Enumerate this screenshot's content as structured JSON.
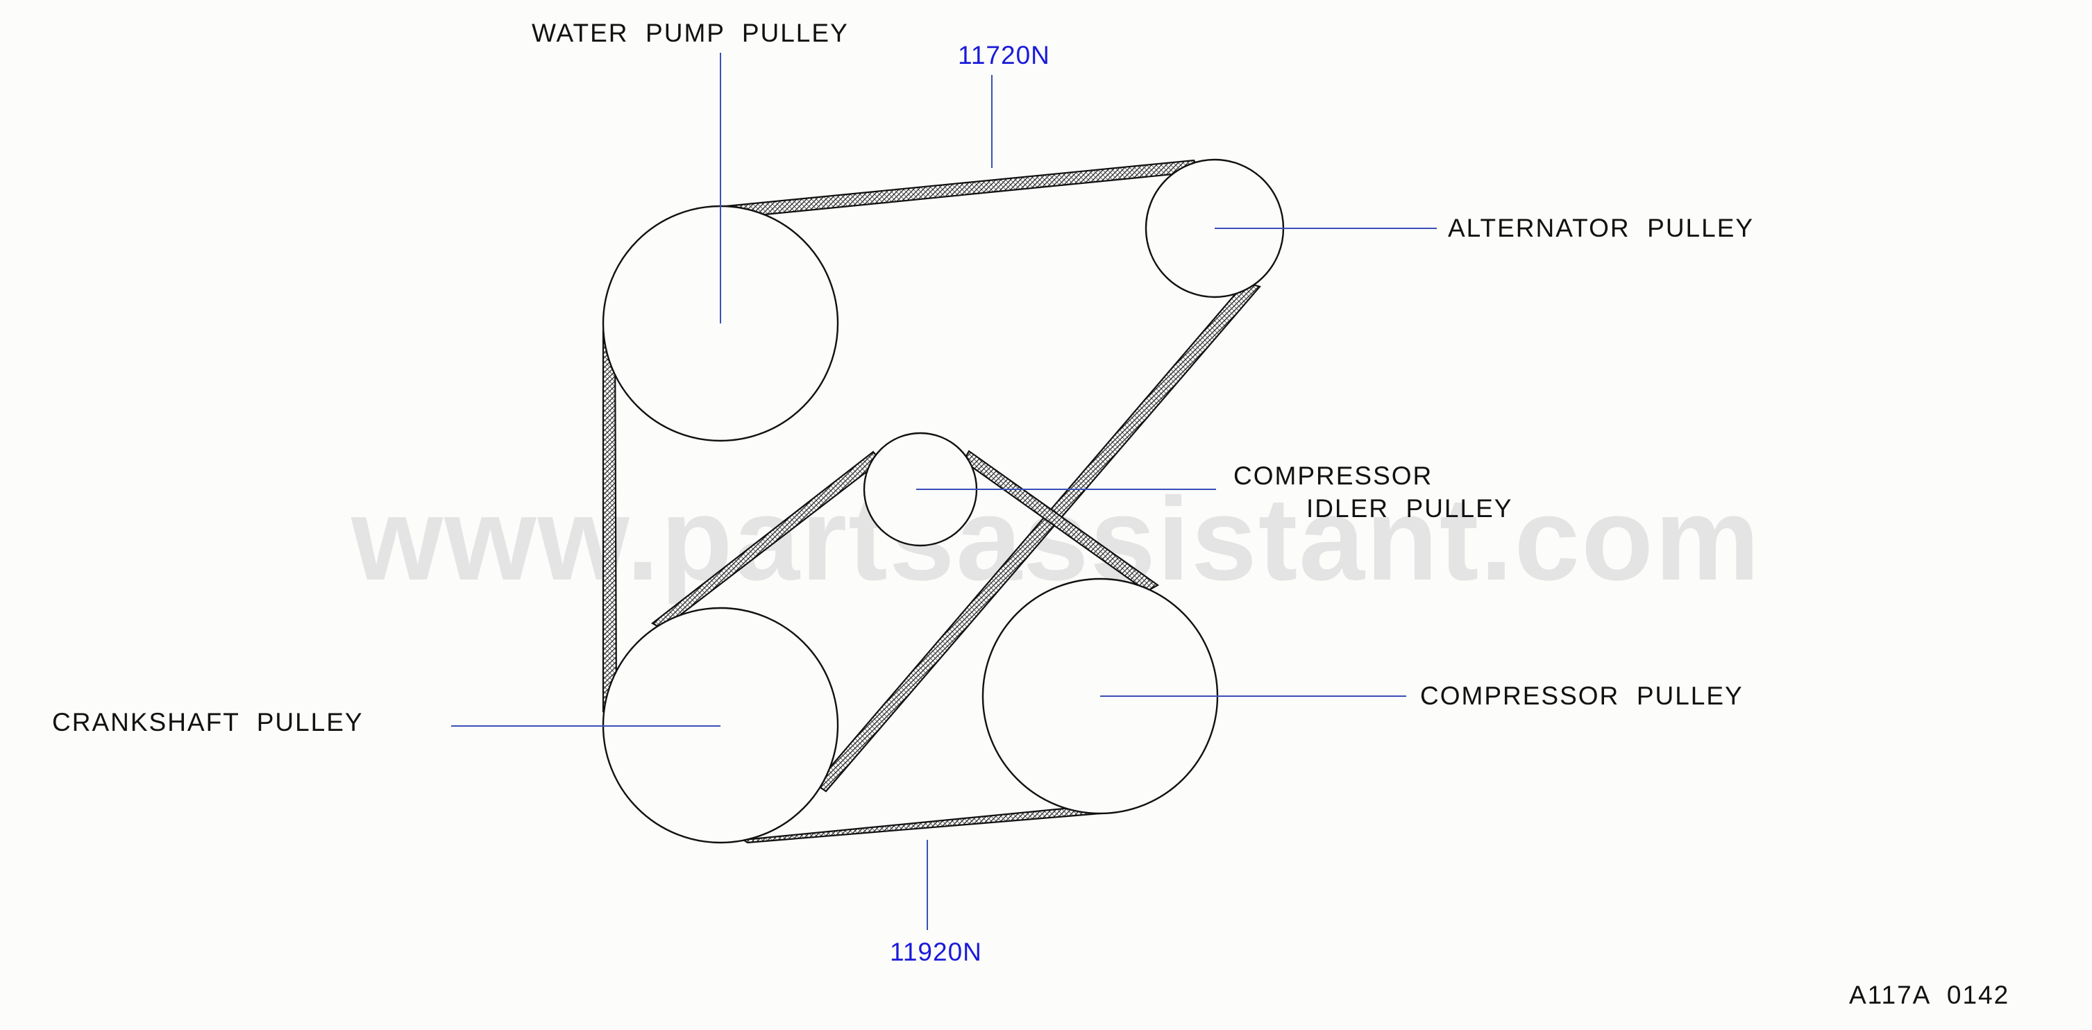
{
  "labels": {
    "water_pump_pulley": "WATER  PUMP  PULLEY",
    "alternator_pulley": "ALTERNATOR  PULLEY",
    "compressor_idler_pulley_line1": "COMPRESSOR",
    "compressor_idler_pulley_line2": "IDLER  PULLEY",
    "compressor_pulley": "COMPRESSOR  PULLEY",
    "crankshaft_pulley": "CRANKSHAFT  PULLEY"
  },
  "part_numbers": {
    "upper_belt": "11720N",
    "lower_belt": "11920N"
  },
  "figure_code": "A117A  0142",
  "watermark": "www.partsassistant.com",
  "colors": {
    "background": "#fcfcfa",
    "outline": "#111111",
    "leader_line": "#3b4fb8",
    "part_number_text": "#1a1adb",
    "watermark": "#dcdcdc"
  }
}
